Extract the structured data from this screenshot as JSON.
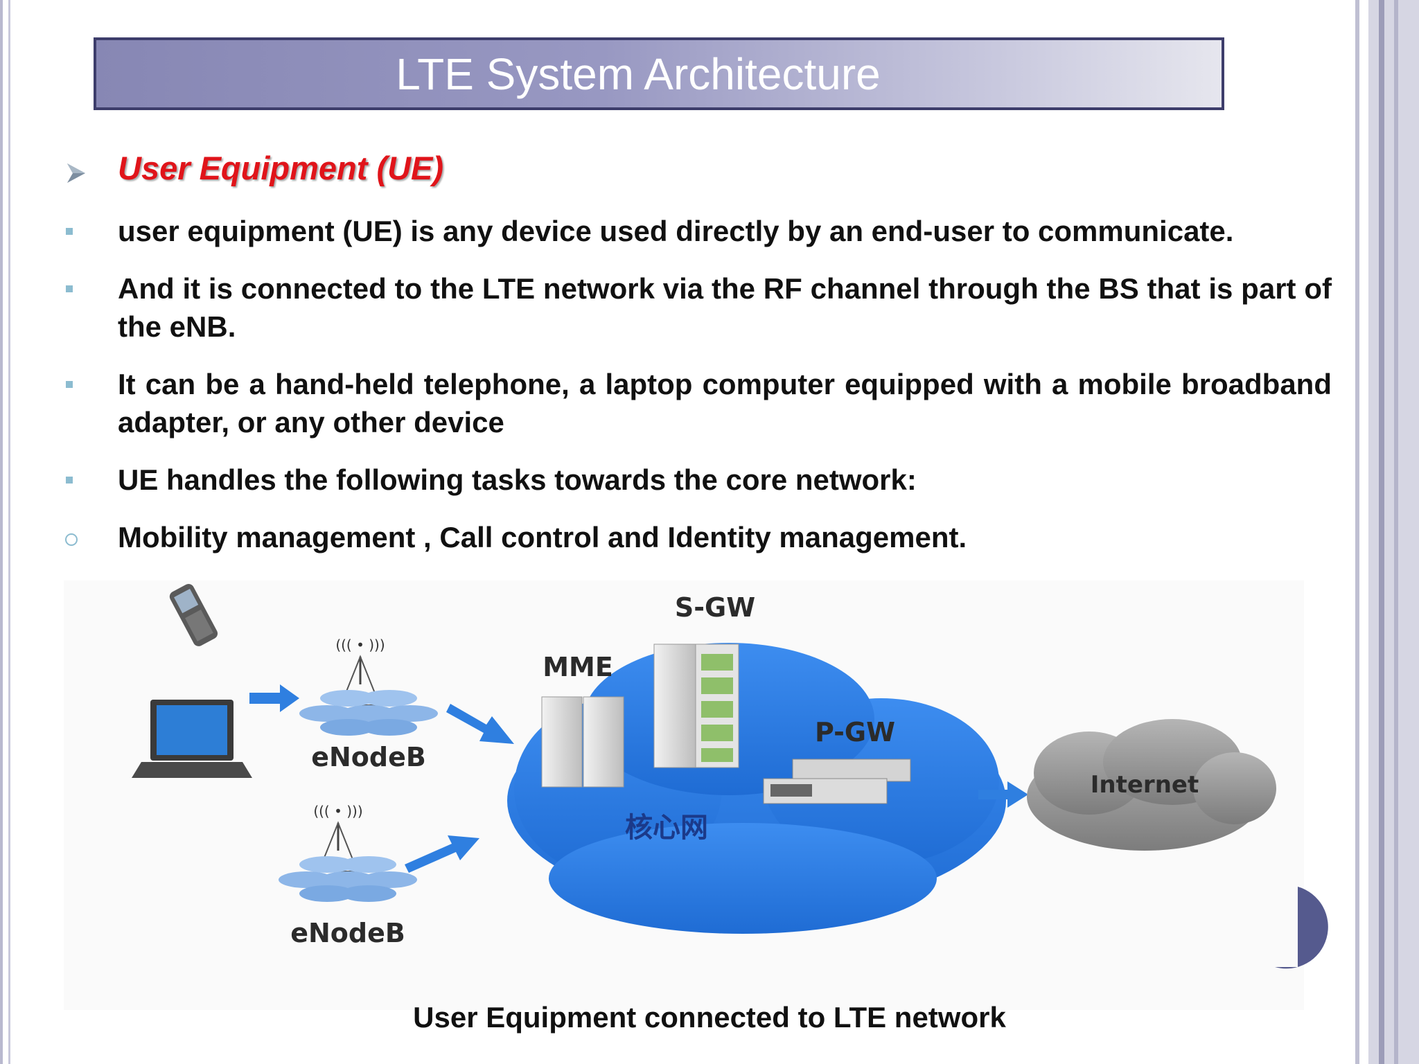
{
  "slide": {
    "title": "LTE System Architecture",
    "heading": "User Equipment (UE)",
    "bullets": [
      "user equipment (UE) is any device used directly by an end-user to communicate.",
      " And it is connected to the LTE network via the RF channel through the BS that is part of the eNB.",
      "It can be a hand-held telephone, a laptop computer equipped with a mobile broadband adapter, or any other device",
      "UE handles the following tasks towards the core network:"
    ],
    "sub_bullet": "Mobility management , Call control and Identity management.",
    "caption": "User Equipment connected to LTE network"
  },
  "diagram": {
    "labels": {
      "sgw": "S-GW",
      "mme": "MME",
      "pgw": "P-GW",
      "enodeb_top": "eNodeB",
      "enodeb_bottom": "eNodeB",
      "internet": "Internet",
      "core_network": "核心网"
    }
  },
  "colors": {
    "title_bar": "#8787b4",
    "title_border": "#3d3d6b",
    "heading": "#e0141a",
    "bullet_square": "#8cbcd0",
    "core_cloud": "#2f7fe0",
    "internet_cloud": "#9a9a9a",
    "accent_circle": "#555a8e"
  },
  "icons": [
    "arrow-bullet-icon",
    "square-bullet-icon",
    "circle-bullet-icon",
    "phone-icon",
    "laptop-icon",
    "antenna-icon",
    "server-icon",
    "cloud-icon"
  ]
}
